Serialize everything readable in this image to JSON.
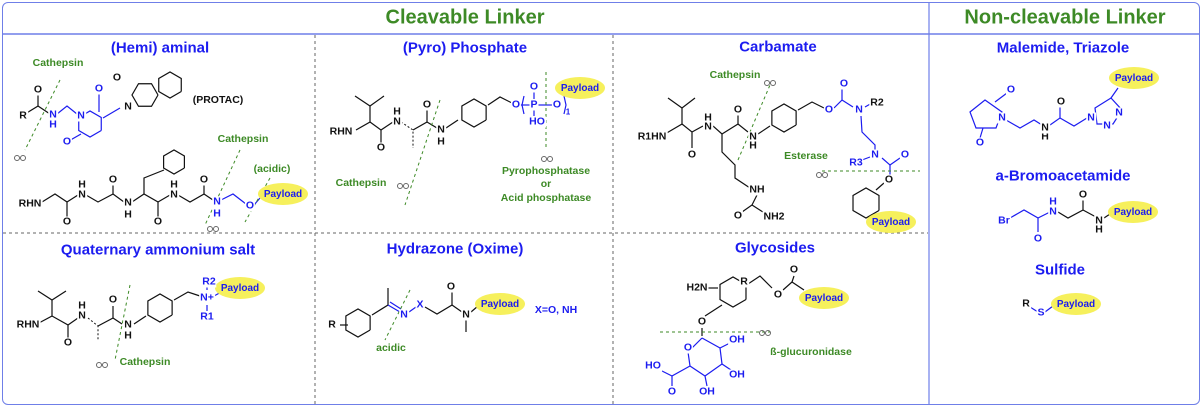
{
  "headers": {
    "cleavable": "Cleavable Linker",
    "non_cleavable": "Non-cleavable Linker"
  },
  "colors": {
    "header_green": "#3d8a26",
    "heading_blue": "#1c1cf0",
    "payload_yellow": "#f6f05c",
    "frame": "#6f7fe8",
    "enzyme_green": "#3d8a26"
  },
  "panels": {
    "hemi_aminal": {
      "title": "(Hemi) aminal",
      "labels": [
        "Cathepsin",
        "Cathepsin",
        "(acidic)"
      ],
      "note": "(PROTAC)",
      "payload": "Payload",
      "atoms": [
        "R",
        "O",
        "N",
        "H",
        "N",
        "O",
        "O",
        "N",
        "O",
        "RHN",
        "H",
        "N",
        "O",
        "O",
        "N",
        "H",
        "O",
        "H",
        "N",
        "O",
        "N",
        "H",
        "O"
      ]
    },
    "pyro_phosphate": {
      "title": "(Pyro) Phosphate",
      "labels": [
        "Cathepsin",
        "Pyrophosphatase",
        "or",
        "Acid phosphatase"
      ],
      "payload": "Payload",
      "atoms": [
        "RHN",
        "H",
        "N",
        "O",
        "O",
        "N",
        "H",
        "O",
        "P",
        "O",
        "HO",
        "O",
        "1"
      ]
    },
    "carbamate": {
      "title": "Carbamate",
      "labels": [
        "Cathepsin",
        "Esterase"
      ],
      "payload": "Payload",
      "atoms": [
        "R1HN",
        "H",
        "N",
        "O",
        "O",
        "N",
        "H",
        "O",
        "O",
        "N",
        "R2",
        "N",
        "R3",
        "O",
        "O",
        "NH",
        "O",
        "NH2"
      ]
    },
    "quaternary_ammonium_salt": {
      "title": "Quaternary ammonium salt",
      "labels": [
        "Cathepsin"
      ],
      "payload": "Payload",
      "atoms": [
        "RHN",
        "H",
        "N",
        "O",
        "O",
        "N",
        "H",
        "R2",
        "N+",
        "R1"
      ]
    },
    "hydrazone_oxime": {
      "title": "Hydrazone (Oxime)",
      "labels": [
        "acidic"
      ],
      "note": "X=O, NH",
      "payload": "Payload",
      "atoms": [
        "R",
        "N",
        "X",
        "O",
        "N"
      ]
    },
    "glycosides": {
      "title": "Glycosides",
      "labels": [
        "ß-glucuronidase"
      ],
      "payload": "Payload",
      "atoms": [
        "O",
        "H2N",
        "R",
        "O",
        "O",
        "O",
        "OH",
        "HO",
        "OH",
        "O",
        "OH"
      ]
    },
    "maleimide_triazole": {
      "title": "Malemide, Triazole",
      "payload": "Payload",
      "atoms": [
        "O",
        "N",
        "O",
        "H",
        "N",
        "O",
        "N",
        "N",
        "N"
      ]
    },
    "bromoacetamide": {
      "title": "a-Bromoacetamide",
      "payload": "Payload",
      "atoms": [
        "Br",
        "H",
        "N",
        "O",
        "O",
        "N",
        "H"
      ]
    },
    "sulfide": {
      "title": "Sulfide",
      "payload": "Payload",
      "atoms": [
        "R",
        "S"
      ]
    }
  }
}
